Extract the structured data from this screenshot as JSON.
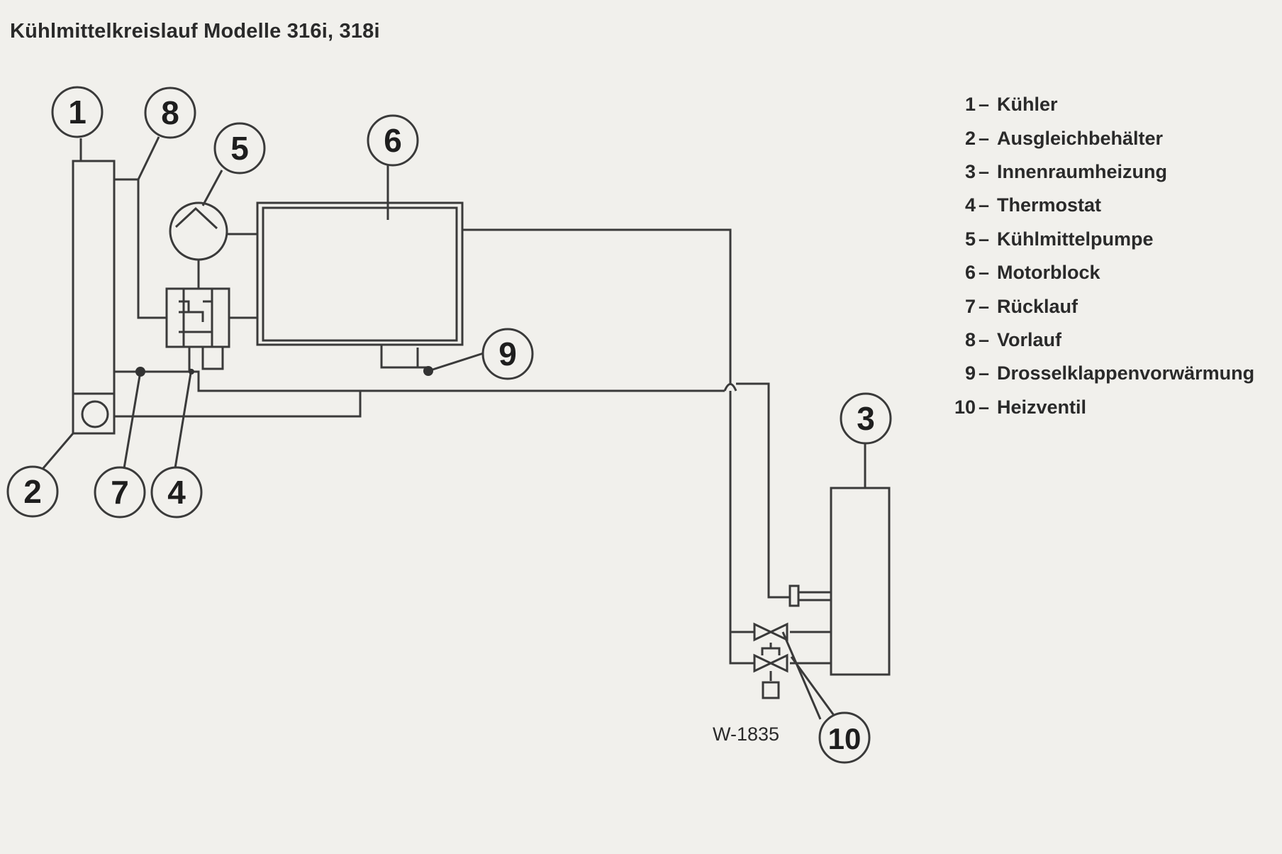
{
  "title": "Kühlmittelkreislauf Modelle 316i, 318i",
  "drawing_code": "W-1835",
  "colors": {
    "background": "#f1f0ec",
    "line": "#3a3a3a"
  },
  "callouts": [
    {
      "num": "1"
    },
    {
      "num": "2"
    },
    {
      "num": "3"
    },
    {
      "num": "4"
    },
    {
      "num": "5"
    },
    {
      "num": "6"
    },
    {
      "num": "7"
    },
    {
      "num": "8"
    },
    {
      "num": "9"
    },
    {
      "num": "10"
    }
  ],
  "legend": [
    {
      "num": "1",
      "label": "Kühler"
    },
    {
      "num": "2",
      "label": "Ausgleichbehälter"
    },
    {
      "num": "3",
      "label": "Innenraumheizung"
    },
    {
      "num": "4",
      "label": "Thermostat"
    },
    {
      "num": "5",
      "label": "Kühlmittelpumpe"
    },
    {
      "num": "6",
      "label": "Motorblock"
    },
    {
      "num": "7",
      "label": "Rücklauf"
    },
    {
      "num": "8",
      "label": "Vorlauf"
    },
    {
      "num": "9",
      "label": "Drosselklappenvorwärmung"
    },
    {
      "num": "10",
      "label": "Heizventil"
    }
  ]
}
